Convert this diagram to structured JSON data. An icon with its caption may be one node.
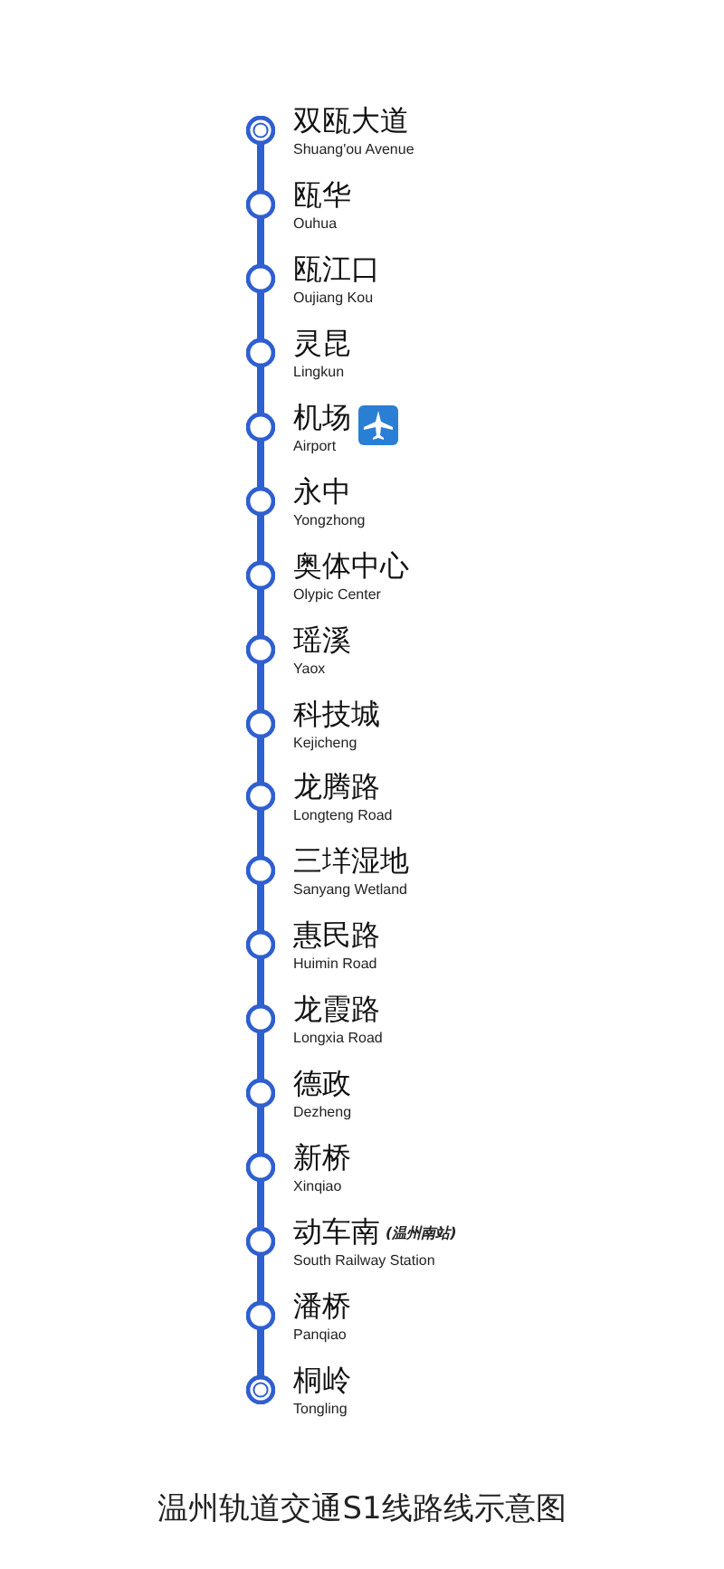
{
  "diagram": {
    "caption": "温州轨道交通S1线路线示意图",
    "nodes": [
      {
        "text": [],
        "shape": "circle",
        "beside": [
          "双瓯大道",
          "Shuang'ou Avenue"
        ]
      },
      {
        "text": [],
        "shape": "circle",
        "beside": [
          "瓯华",
          "Ouhua"
        ]
      },
      {
        "text": [],
        "shape": "circle",
        "beside": [
          "瓯江口",
          "Oujiang Kou"
        ]
      },
      {
        "text": [],
        "shape": "circle",
        "beside": [
          "灵昆",
          "Lingkun"
        ]
      },
      {
        "text": [],
        "shape": "circle",
        "beside": [
          "机场",
          "Airport"
        ]
      },
      {
        "text": [],
        "shape": "circle",
        "beside": [
          "永中",
          "Yongzhong"
        ]
      },
      {
        "text": [],
        "shape": "circle",
        "beside": [
          "奥体中心",
          "Olypic Center"
        ]
      },
      {
        "text": [],
        "shape": "circle",
        "beside": [
          "瑶溪",
          "Yaox"
        ]
      },
      {
        "text": [],
        "shape": "circle",
        "beside": [
          "科技城",
          "Kejicheng"
        ]
      },
      {
        "text": [],
        "shape": "circle",
        "beside": [
          "龙腾路",
          "Longteng Road"
        ]
      },
      {
        "text": [],
        "shape": "circle",
        "beside": [
          "三垟湿地",
          "Sanyang Wetland"
        ]
      },
      {
        "text": [],
        "shape": "circle",
        "beside": [
          "惠民路",
          "Huimin Road"
        ]
      },
      {
        "text": [],
        "shape": "circle",
        "beside": [
          "龙霞路",
          "Longxia Road"
        ]
      },
      {
        "text": [],
        "shape": "circle",
        "beside": [
          "德政",
          "Dezheng"
        ]
      },
      {
        "text": [],
        "shape": "circle",
        "beside": [
          "新桥",
          "Xinqiao"
        ]
      },
      {
        "text": [],
        "shape": "circle",
        "beside": [
          "动车南",
          "(温州南站)",
          "South Railway Station"
        ]
      },
      {
        "text": [],
        "shape": "circle",
        "beside": [
          "潘桥",
          "Panqiao"
        ]
      },
      {
        "text": [],
        "shape": "circle",
        "beside": [
          "桐岭",
          "Tongling"
        ]
      }
    ],
    "edges": [
      {
        "from": 0,
        "to": 1,
        "arrow": "none"
      },
      {
        "from": 1,
        "to": 2,
        "arrow": "none"
      },
      {
        "from": 2,
        "to": 3,
        "arrow": "none"
      },
      {
        "from": 3,
        "to": 4,
        "arrow": "none"
      },
      {
        "from": 4,
        "to": 5,
        "arrow": "none"
      },
      {
        "from": 5,
        "to": 6,
        "arrow": "none"
      },
      {
        "from": 6,
        "to": 7,
        "arrow": "none"
      },
      {
        "from": 7,
        "to": 8,
        "arrow": "none"
      },
      {
        "from": 8,
        "to": 9,
        "arrow": "none"
      },
      {
        "from": 9,
        "to": 10,
        "arrow": "none"
      },
      {
        "from": 10,
        "to": 11,
        "arrow": "none"
      },
      {
        "from": 11,
        "to": 12,
        "arrow": "none"
      },
      {
        "from": 12,
        "to": 13,
        "arrow": "none"
      },
      {
        "from": 13,
        "to": 14,
        "arrow": "none"
      },
      {
        "from": 14,
        "to": 15,
        "arrow": "none"
      },
      {
        "from": 15,
        "to": 16,
        "arrow": "none"
      },
      {
        "from": 16,
        "to": 17,
        "arrow": "none"
      }
    ]
  }
}
